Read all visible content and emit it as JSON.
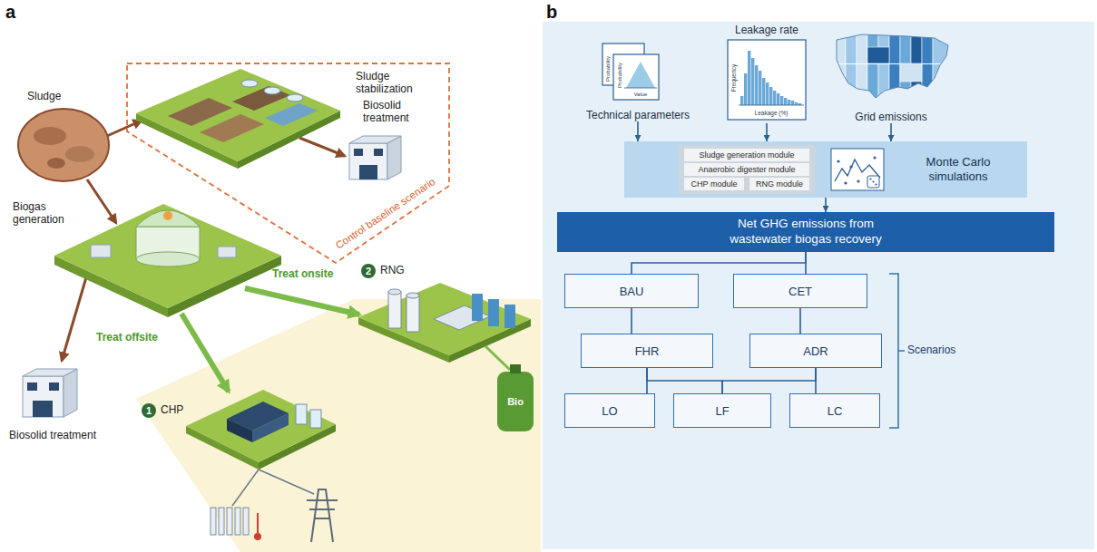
{
  "diagram": {
    "nodes": [
      {
        "text": [
          "Technical parameters"
        ]
      },
      {
        "text": [
          "Leakage rate"
        ]
      },
      {
        "text": [
          "Grid emissions"
        ]
      },
      {
        "text": [
          "Monte Carlo simulations"
        ]
      },
      {
        "text": [
          "Sludge generation module"
        ],
        "in": 3
      },
      {
        "text": [
          "Anaerobic digester module"
        ],
        "in": 3
      },
      {
        "text": [
          "CHP module"
        ],
        "in": 3
      },
      {
        "text": [
          "RNG module"
        ],
        "in": 3
      },
      {
        "text": [
          "Net GHG emissions from wastewater biogas recovery"
        ]
      },
      {
        "text": [
          "BAU"
        ]
      },
      {
        "text": [
          "CET"
        ]
      },
      {
        "text": [
          "FHR"
        ]
      },
      {
        "text": [
          "ADR"
        ]
      },
      {
        "text": [
          "LO"
        ]
      },
      {
        "text": [
          "LF"
        ]
      },
      {
        "text": [
          "LC"
        ]
      }
    ],
    "edges": [
      {
        "from": 0,
        "to": 3,
        "arrow": "to"
      },
      {
        "from": 1,
        "to": 3,
        "arrow": "to"
      },
      {
        "from": 2,
        "to": 3,
        "arrow": "to"
      },
      {
        "from": 3,
        "to": 8,
        "arrow": "to"
      },
      {
        "from": 8,
        "to": 9,
        "arrow": "none"
      },
      {
        "from": 8,
        "to": 10,
        "arrow": "none"
      },
      {
        "from": 9,
        "to": 11,
        "arrow": "none"
      },
      {
        "from": 10,
        "to": 12,
        "arrow": "none"
      },
      {
        "from": 11,
        "to": 13,
        "arrow": "none"
      },
      {
        "from": 11,
        "to": 14,
        "arrow": "none"
      },
      {
        "from": 12,
        "to": 14,
        "arrow": "none"
      },
      {
        "from": 12,
        "to": 15,
        "arrow": "none"
      }
    ],
    "labels": [
      "a",
      "Sludge",
      "Sludge stabilization",
      "Biosolid treatment",
      "Control baseline scenario",
      "Biogas generation",
      "Biosolid treatment",
      "Treat onsite",
      "2",
      "RNG",
      "Treat offsite",
      "1",
      "CHP",
      "Bio",
      "b",
      "Probability",
      "Probability",
      "Value",
      "Frequency",
      "Leakage (%)",
      "Scenarios"
    ]
  }
}
